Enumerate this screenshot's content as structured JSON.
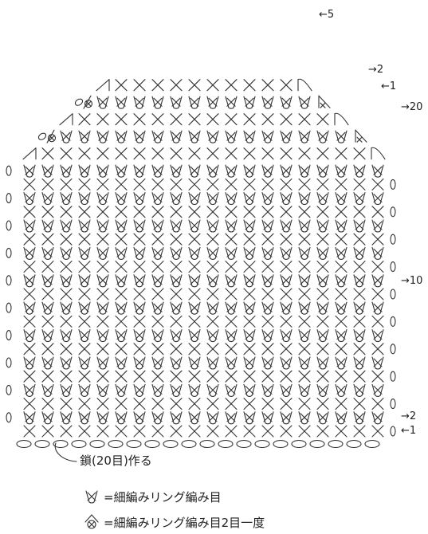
{
  "chart_data": {
    "type": "crochet-chart",
    "stitches_per_row": 20,
    "body_rows": 20,
    "decrease_rows": 5,
    "row_labels": {
      "body_row_1": "←1",
      "body_row_2": "→2",
      "body_row_10": "→10",
      "body_row_20": "→20",
      "dec_row_1": "←1",
      "dec_row_2": "→2",
      "dec_row_5": "←5"
    },
    "chain_note": "鎖(20目)作る"
  },
  "legend": [
    {
      "symbol": "ring-single-crochet-icon",
      "text": "=細編みリング編み目"
    },
    {
      "symbol": "ring-sc2tog-icon",
      "text": "=細編みリング編み目2目一度"
    }
  ]
}
